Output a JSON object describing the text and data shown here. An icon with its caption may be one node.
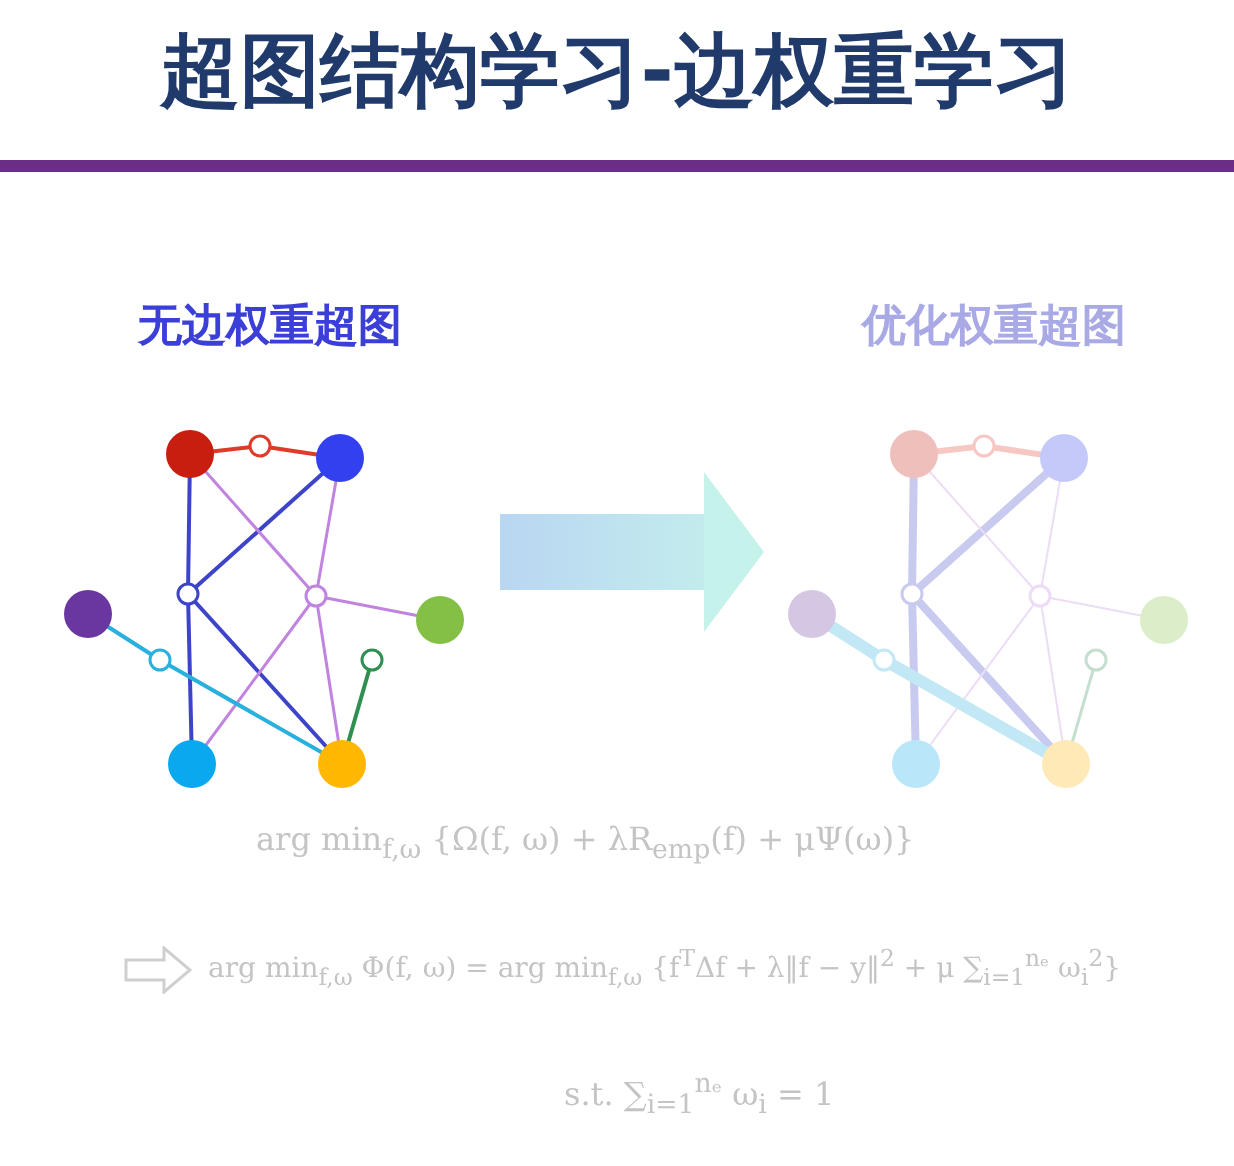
{
  "diagram": {
    "title": "超图结构学习-边权重学习",
    "nodes": [
      {
        "text": [
          "无边权重超图"
        ]
      },
      {
        "text": [
          "优化权重超图"
        ]
      }
    ],
    "edges": [
      {
        "from": 0,
        "to": 1,
        "arrow": "to",
        "style": "thick"
      }
    ],
    "labels": [
      "arg min$_{f,ω}$ {Ω(f, ω) + λR$_{emp}$(f) + μΨ(ω)}",
      "arg min$_{f,ω}$ Φ(f, ω) = arg min$_{f,ω}$ {f$^{T}$Δf + λ‖f − y‖$^{2}$ + μ ∑$_{i=1}$$^{nₑ}$ ω$_{i}$$^{2}$}",
      "s.t. ∑$_{i=1}$$^{nₑ}$ ω$_{i}$ = 1"
    ]
  }
}
